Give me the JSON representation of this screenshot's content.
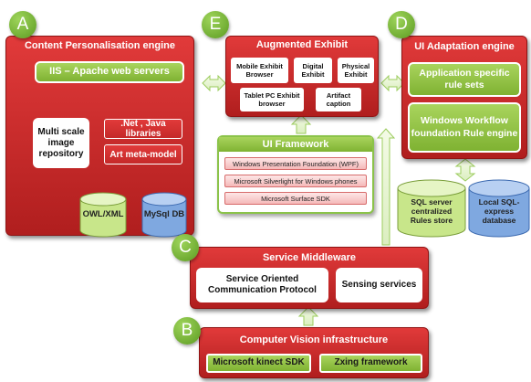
{
  "badges": {
    "a": "A",
    "b": "B",
    "c": "C",
    "d": "D",
    "e": "E"
  },
  "content_engine": {
    "title": "Content Personalisation engine",
    "web_servers": "IIS – Apache web servers",
    "image_repository": "Multi scale image repository",
    "libraries": ".Net , Java libraries",
    "meta_model": "Art meta-model",
    "owl_xml": "OWL/XML",
    "mysql": "MySql DB"
  },
  "augmented_exhibit": {
    "title": "Augmented Exhibit",
    "mobile_browser": "Mobile Exhibit Browser",
    "digital_exhibit": "Digital Exhibit",
    "physical_exhibit": "Physical Exhibit",
    "tablet_browser": "Tablet PC Exhibit browser",
    "artifact_caption": "Artifact caption"
  },
  "ui_adaptation": {
    "title": "UI Adaptation engine",
    "rule_sets": "Application specific rule sets",
    "workflow": "Windows Workflow foundation Rule engine",
    "sql_server": "SQL server centralized Rules store",
    "sql_express": "Local SQL-express database"
  },
  "ui_framework": {
    "title": "UI Framework",
    "wpf": "Windows Presentation Foundation (WPF)",
    "silverlight": "Microsoft Silverlight for Windows phones",
    "surface": "Microsoft Surface SDK"
  },
  "service_middleware": {
    "title": "Service Middleware",
    "soa": "Service Oriented Communication Protocol",
    "sensing": "Sensing services"
  },
  "computer_vision": {
    "title": "Computer Vision infrastructure",
    "kinect": "Microsoft kinect SDK",
    "zxing": "Zxing framework"
  },
  "colors": {
    "red": "#c62828",
    "green": "#8bc34a",
    "db_blue": "#7fa8e0",
    "db_green": "#c8e68a"
  }
}
